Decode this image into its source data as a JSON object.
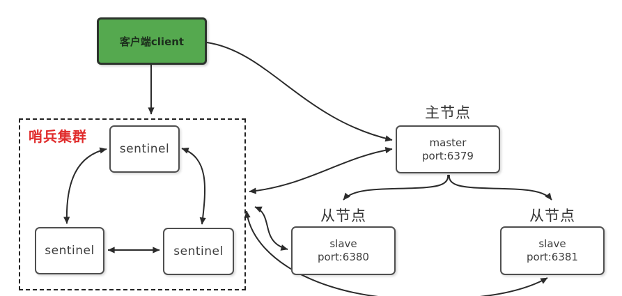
{
  "colors": {
    "client_fill": "#55a94f",
    "client_border": "#2c342c",
    "node_border": "#4f4f4f",
    "cluster_label_red": "#e02b2b",
    "arrow": "#2b2b2b"
  },
  "client": {
    "label": "客户端client"
  },
  "sentinel_cluster": {
    "label": "哨兵集群",
    "nodes": [
      {
        "label": "sentinel"
      },
      {
        "label": "sentinel"
      },
      {
        "label": "sentinel"
      }
    ]
  },
  "master": {
    "group_label": "主节点",
    "name": "master",
    "port": "port:6379"
  },
  "slaves": [
    {
      "group_label": "从节点",
      "name": "slave",
      "port": "port:6380"
    },
    {
      "group_label": "从节点",
      "name": "slave",
      "port": "port:6381"
    }
  ]
}
